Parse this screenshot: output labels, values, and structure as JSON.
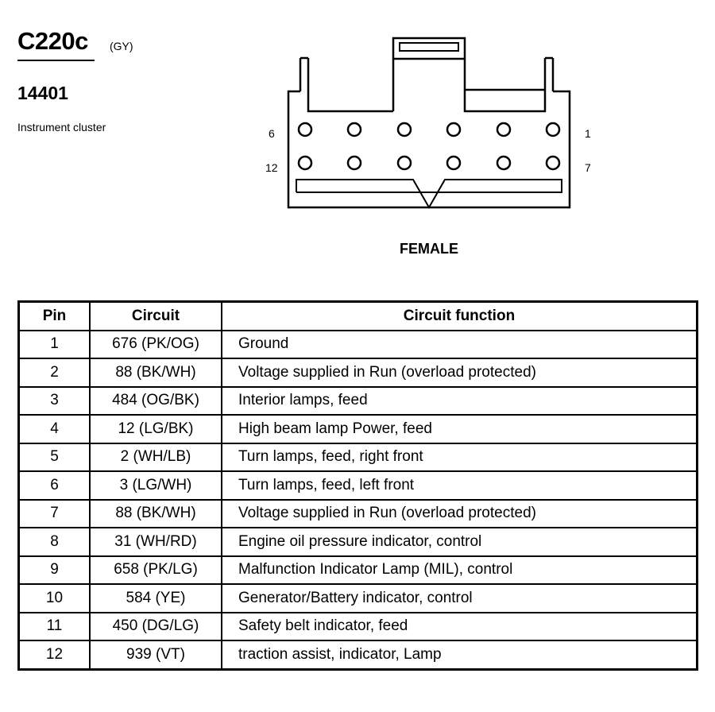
{
  "header": {
    "connector_id": "C220c",
    "color_code": "(GY)",
    "part_number": "14401",
    "description": "Instrument cluster"
  },
  "connector": {
    "gender_label": "FEMALE",
    "pin_labels": {
      "top_left": "6",
      "top_right": "1",
      "bottom_left": "12",
      "bottom_right": "7"
    }
  },
  "table": {
    "columns": [
      "Pin",
      "Circuit",
      "Circuit function"
    ],
    "rows": [
      {
        "pin": "1",
        "circuit": "676 (PK/OG)",
        "function": "Ground"
      },
      {
        "pin": "2",
        "circuit": "88 (BK/WH)",
        "function": "Voltage supplied in Run (overload protected)"
      },
      {
        "pin": "3",
        "circuit": "484 (OG/BK)",
        "function": "Interior lamps, feed"
      },
      {
        "pin": "4",
        "circuit": "12 (LG/BK)",
        "function": "High beam lamp Power, feed"
      },
      {
        "pin": "5",
        "circuit": "2 (WH/LB)",
        "function": "Turn lamps, feed, right front"
      },
      {
        "pin": "6",
        "circuit": "3 (LG/WH)",
        "function": "Turn lamps, feed, left front"
      },
      {
        "pin": "7",
        "circuit": "88 (BK/WH)",
        "function": "Voltage supplied in Run (overload protected)"
      },
      {
        "pin": "8",
        "circuit": "31 (WH/RD)",
        "function": "Engine oil pressure indicator, control"
      },
      {
        "pin": "9",
        "circuit": "658 (PK/LG)",
        "function": "Malfunction Indicator Lamp (MIL), control"
      },
      {
        "pin": "10",
        "circuit": "584 (YE)",
        "function": "Generator/Battery indicator, control"
      },
      {
        "pin": "11",
        "circuit": "450 (DG/LG)",
        "function": "Safety belt indicator, feed"
      },
      {
        "pin": "12",
        "circuit": "939 (VT)",
        "function": "traction assist, indicator, Lamp"
      }
    ]
  }
}
